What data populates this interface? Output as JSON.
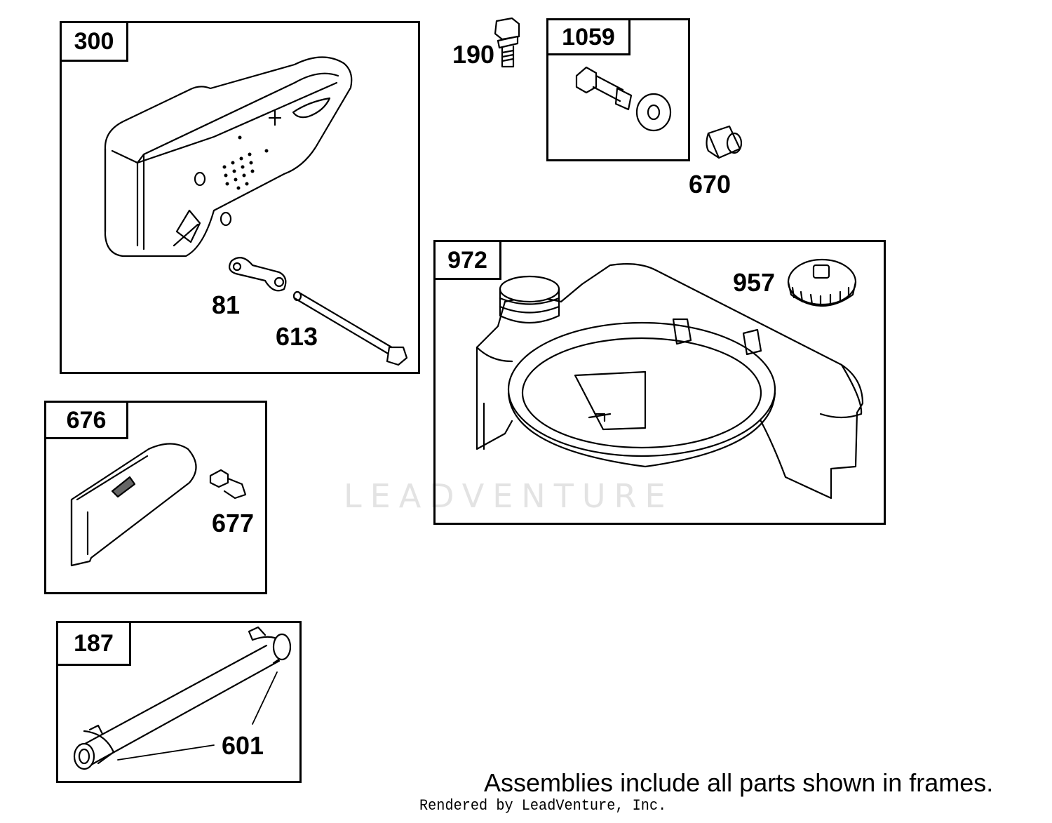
{
  "frames": {
    "muffler": {
      "label": "300",
      "parts": {
        "guard": "81",
        "bolt": "613"
      }
    },
    "guard_bolt": {
      "label": "1059"
    },
    "fuel_tank": {
      "label": "972",
      "parts": {
        "cap": "957"
      }
    },
    "shield": {
      "label": "676",
      "parts": {
        "screw": "677"
      }
    },
    "fuel_line": {
      "label": "187",
      "parts": {
        "clamp": "601"
      }
    }
  },
  "loose_parts": {
    "screw": "190",
    "spacer": "670"
  },
  "watermark": "LEADVENTURE",
  "footer": {
    "note": "Assemblies include all parts shown in frames.",
    "credit": "Rendered by LeadVenture, Inc."
  }
}
